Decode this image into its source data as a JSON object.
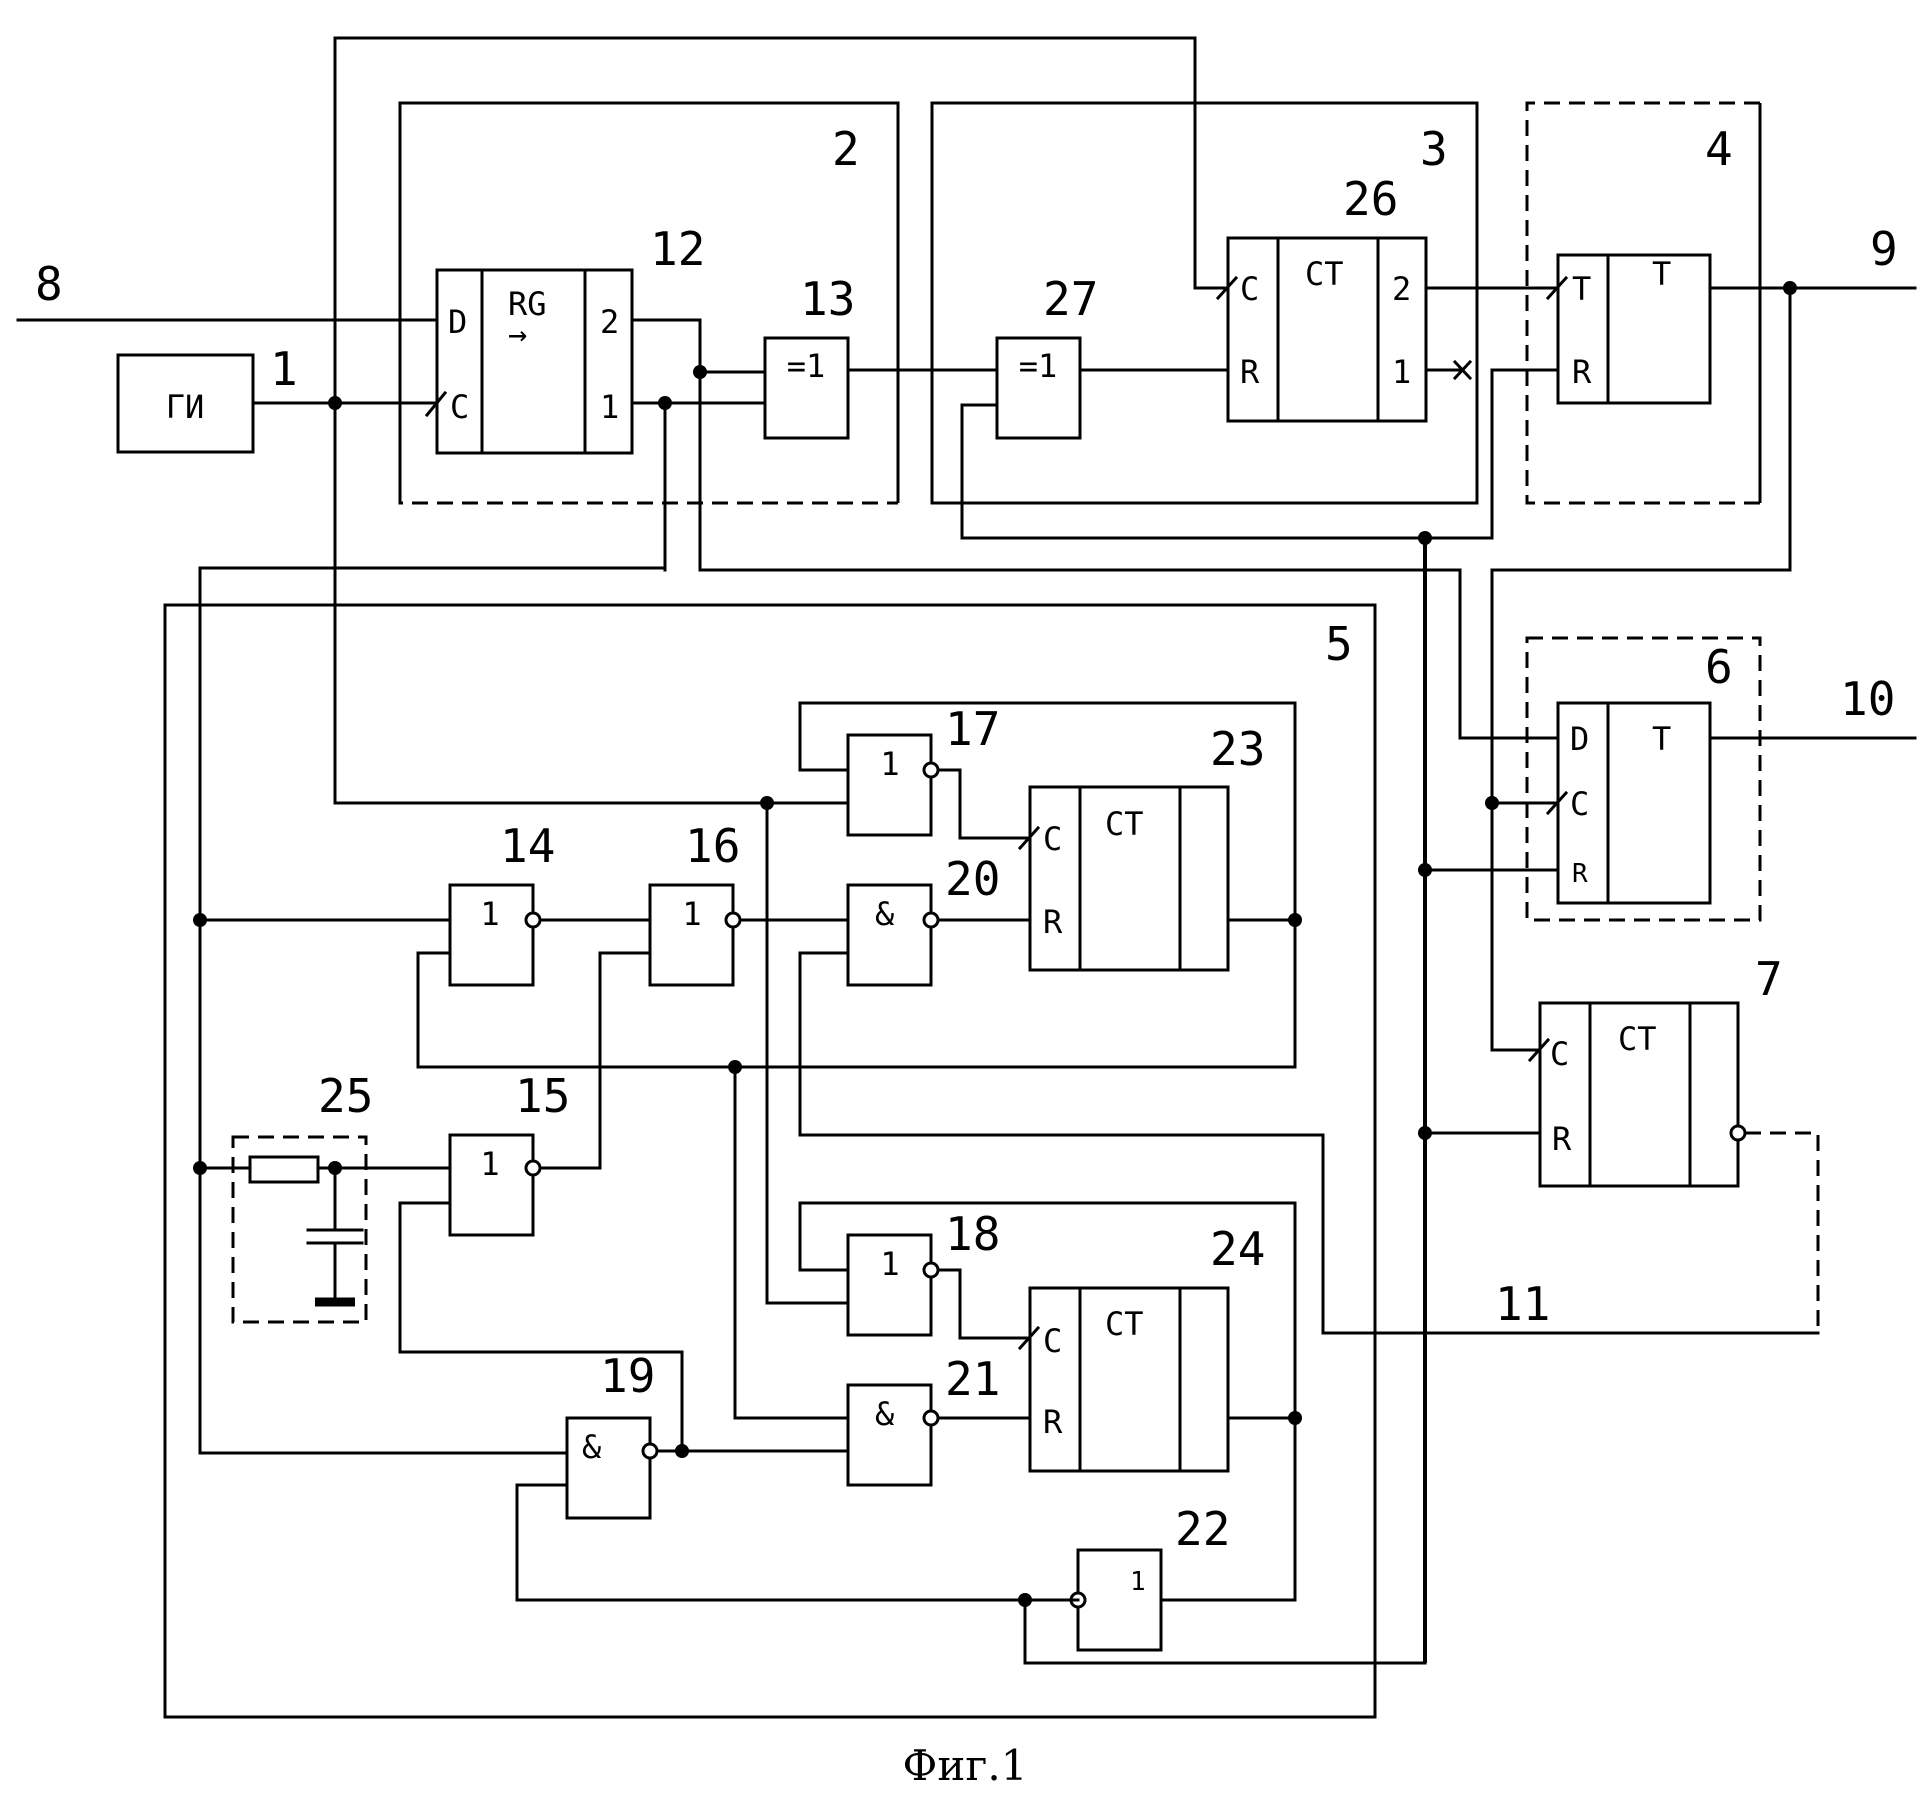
{
  "caption": "Фиг.1",
  "terminals": {
    "in_8": "8",
    "out_9": "9",
    "out_10": "10",
    "line_11": "11"
  },
  "blocks": {
    "b1": {
      "num": "1",
      "label": "ГИ"
    },
    "b2": {
      "num": "2"
    },
    "b3": {
      "num": "3"
    },
    "b4": {
      "num": "4"
    },
    "b5": {
      "num": "5"
    },
    "b6": {
      "num": "6",
      "pins": [
        "D",
        "C",
        "R"
      ],
      "label": "T"
    },
    "b7": {
      "num": "7",
      "pins": [
        "C",
        "R"
      ],
      "label": "CT"
    },
    "b12": {
      "num": "12",
      "pins": [
        "D",
        "C"
      ],
      "label": "RG",
      "arrow": "→",
      "outs": [
        "2",
        "1"
      ]
    },
    "b13": {
      "num": "13",
      "label": "=1"
    },
    "b14": {
      "num": "14",
      "label": "1"
    },
    "b15": {
      "num": "15",
      "label": "1"
    },
    "b16": {
      "num": "16",
      "label": "1"
    },
    "b17": {
      "num": "17",
      "label": "1"
    },
    "b18": {
      "num": "18",
      "label": "1"
    },
    "b19": {
      "num": "19",
      "label": "&"
    },
    "b20": {
      "num": "20",
      "label": "&"
    },
    "b21": {
      "num": "21",
      "label": "&"
    },
    "b22": {
      "num": "22",
      "label": "1"
    },
    "b23": {
      "num": "23",
      "pins": [
        "C",
        "R"
      ],
      "label": "CT"
    },
    "b24": {
      "num": "24",
      "pins": [
        "C",
        "R"
      ],
      "label": "CT"
    },
    "b25": {
      "num": "25"
    },
    "b26": {
      "num": "26",
      "pins": [
        "C",
        "R"
      ],
      "label": "CT",
      "outs": [
        "2",
        "1"
      ]
    },
    "b27": {
      "num": "27",
      "label": "=1"
    },
    "b4t": {
      "pins": [
        "T",
        "R"
      ],
      "label": "T"
    }
  }
}
